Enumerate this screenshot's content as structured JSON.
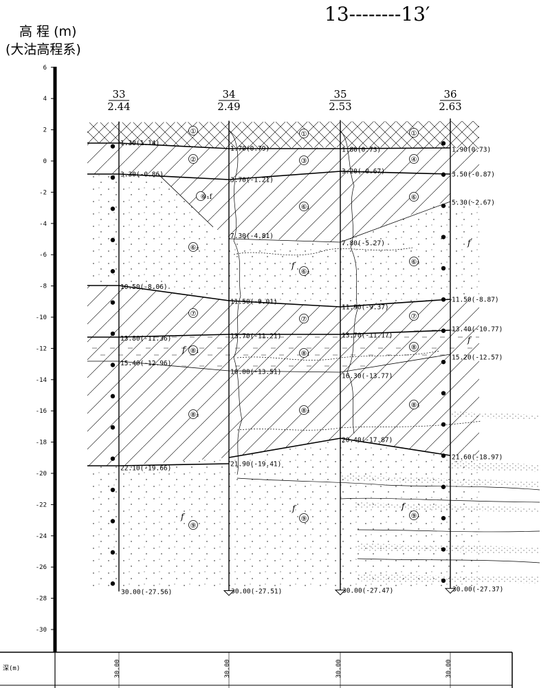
{
  "section_title": "13--------13′",
  "elevation_axis": {
    "label_line1": "高 程 (m)",
    "label_line2": "(大沽高程系)",
    "ticks": [
      "6",
      "4",
      "2",
      "0",
      "-2",
      "-4",
      "-6",
      "-8",
      "-10",
      "-12",
      "-14",
      "-16",
      "-18",
      "-20",
      "-22",
      "-24",
      "-26",
      "-28",
      "-30"
    ]
  },
  "boreholes": [
    {
      "id": "33",
      "surface_elev": "2.44",
      "depth_label": "30.00(-27.56)",
      "total_depth": "30.00",
      "layers": [
        {
          "label": "1.30(1.14)",
          "depth": 1.3
        },
        {
          "label": "3.30(-0.86)",
          "depth": 3.3
        },
        {
          "label": "10.50(-8.06)",
          "depth": 10.5
        },
        {
          "label": "13.80(-11.36)",
          "depth": 13.8
        },
        {
          "label": "15.40(-12.96)",
          "depth": 15.4
        },
        {
          "label": "22.10(-19.66)",
          "depth": 22.1
        }
      ]
    },
    {
      "id": "34",
      "surface_elev": "2.49",
      "depth_label": "30.00(-27.51)",
      "total_depth": "30.00",
      "layers": [
        {
          "label": "1.70(0.79)",
          "depth": 1.7
        },
        {
          "label": "3.70(-1.21)",
          "depth": 3.7
        },
        {
          "label": "7.30(-4.81)",
          "depth": 7.3
        },
        {
          "label": "11.50(-9.01)",
          "depth": 11.5
        },
        {
          "label": "13.70(-11.21)",
          "depth": 13.7
        },
        {
          "label": "16.00(-13.51)",
          "depth": 16.0
        },
        {
          "label": "21.90(-19.41)",
          "depth": 21.9
        }
      ]
    },
    {
      "id": "35",
      "surface_elev": "2.53",
      "depth_label": "30.00(-27.47)",
      "total_depth": "30.00",
      "layers": [
        {
          "label": "1.80(0.73)",
          "depth": 1.8
        },
        {
          "label": "3.20(-0.67)",
          "depth": 3.2
        },
        {
          "label": "7.80(-5.27)",
          "depth": 7.8
        },
        {
          "label": "11.90(-9.37)",
          "depth": 11.9
        },
        {
          "label": "13.70(-11.17)",
          "depth": 13.7
        },
        {
          "label": "16.30(-13.77)",
          "depth": 16.3
        },
        {
          "label": "20.40(-17.87)",
          "depth": 20.4
        }
      ]
    },
    {
      "id": "36",
      "surface_elev": "2.63",
      "depth_label": "30.00(-27.37)",
      "total_depth": "30.00",
      "layers": [
        {
          "label": "1.90(0.73)",
          "depth": 1.9
        },
        {
          "label": "3.50(-0.87)",
          "depth": 3.5
        },
        {
          "label": "5.30(-2.67)",
          "depth": 5.3
        },
        {
          "label": "11.50(-8.87)",
          "depth": 11.5
        },
        {
          "label": "13.40(-10.77)",
          "depth": 13.4
        },
        {
          "label": "15.20(-12.57)",
          "depth": 15.2
        },
        {
          "label": "21.60(-18.97)",
          "depth": 21.6
        }
      ]
    }
  ],
  "strata_labels": [
    "①",
    "②",
    "③",
    "④",
    "⑥",
    "⑥₁",
    "⑥₁f",
    "⑥₂",
    "⑦",
    "⑧",
    "⑧₁",
    "⑧₂",
    "⑨"
  ],
  "symbol_f": "f",
  "table": {
    "depth_header": "深(m)"
  }
}
